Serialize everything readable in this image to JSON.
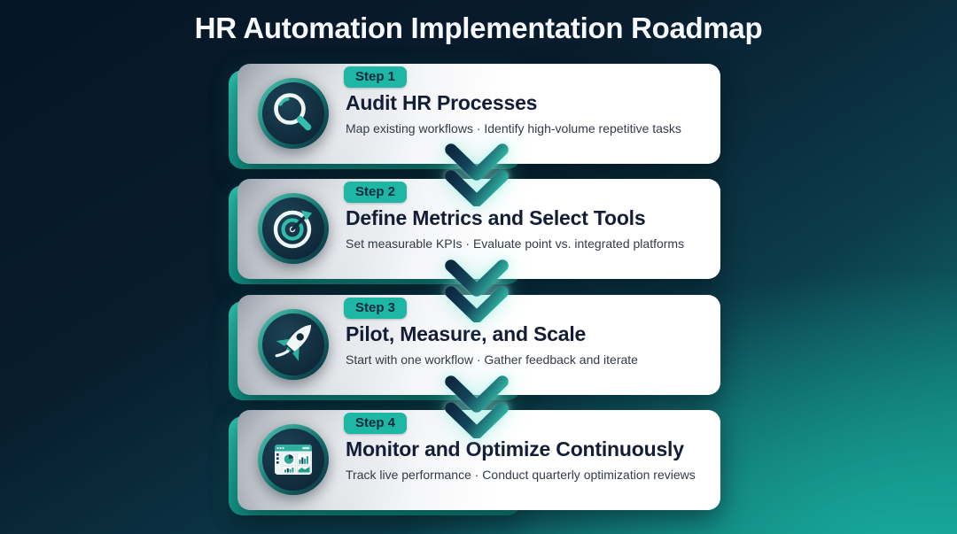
{
  "page": {
    "title": "HR Automation Implementation Roadmap"
  },
  "steps": [
    {
      "badge": "Step 1",
      "title": "Audit HR Processes",
      "subtitle": "Map existing workflows · Identify high-volume repetitive tasks",
      "icon": "magnifier-icon"
    },
    {
      "badge": "Step 2",
      "title": "Define Metrics and Select Tools",
      "subtitle": "Set measurable KPIs · Evaluate point vs. integrated platforms",
      "icon": "target-icon"
    },
    {
      "badge": "Step 3",
      "title": "Pilot, Measure, and Scale",
      "subtitle": "Start with one workflow · Gather feedback and iterate",
      "icon": "rocket-icon"
    },
    {
      "badge": "Step 4",
      "title": "Monitor and Optimize Continuously",
      "subtitle": "Track live performance · Conduct quarterly optimization reviews",
      "icon": "dashboard-icon"
    }
  ],
  "colors": {
    "background_navy": "#081c2d",
    "background_teal": "#11887f",
    "accent_teal": "#1eb7a5",
    "badge_bg": "#1eb7a5",
    "badge_text": "#0f2a40",
    "card_bg": "#ffffff",
    "title_text": "#f7fafc",
    "card_title_text": "#141d36",
    "card_subtitle_text": "#323a46",
    "arrow_dark": "#0d2940",
    "arrow_teal": "#2fae9e"
  }
}
